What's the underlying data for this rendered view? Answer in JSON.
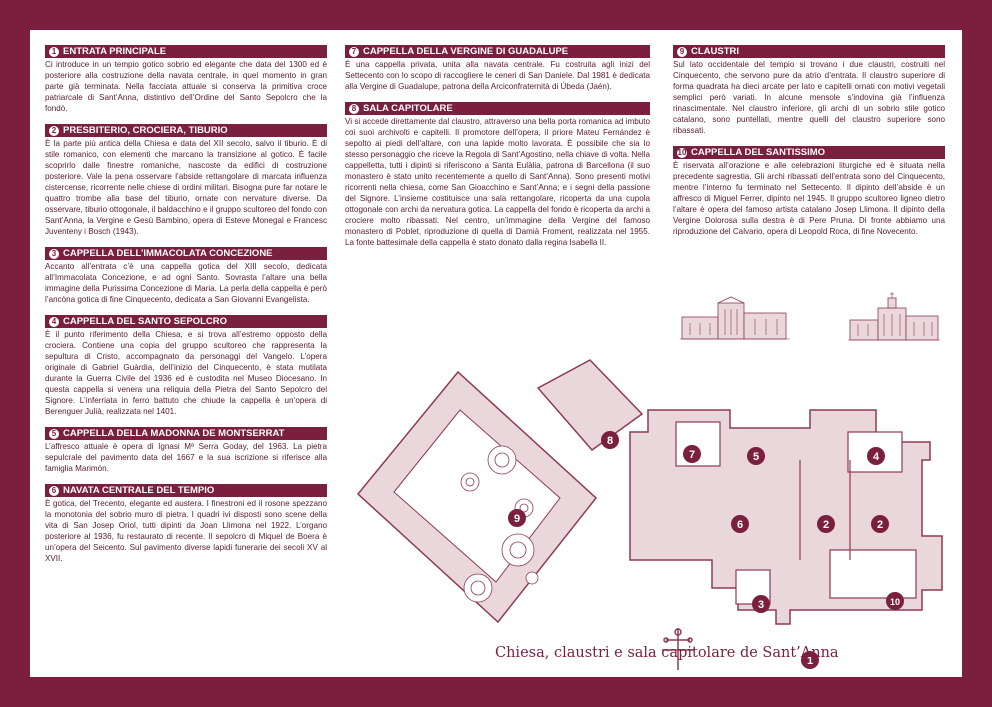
{
  "colors": {
    "brand": "#7a1f3d",
    "plan": "#8e3a55",
    "plan_fill": "#ead7dc",
    "background": "#ffffff"
  },
  "sections": [
    {
      "num": "1",
      "title": "ENTRATA PRINCIPALE",
      "text": "Ci introduce in un tempio gotico sobrio ed elegante che data del 1300 ed è posteriore alla costruzione della navata centrale, in quel momento in gran parte già terminata. Nella facciata attuale si conserva la primitiva croce patriarcale di Sant’Anna, distintivo dell’Ordine del Santo Sepolcro che la fondò."
    },
    {
      "num": "2",
      "title": "PRESBITERIO, CROCIERA, TIBURIO",
      "text": "È la parte più antica della Chiesa e data del XII secolo, salvo il tiburio. È di stile romanico, con elementi che marcano la transizione al gotico. È facile scoprirlo dalle finestre romaniche, nascoste da edifici di costruzione posteriore. Vale la pena osservare l’abside rettangolare di marcata influenza cistercense, ricorrente nelle chiese di ordini militari. Bisogna pure far notare le quattro trombe alla base del tiburio, ornate con nervature diverse. Da osservare, tiburio ottogonale, il baldacchino e il gruppo scultoreo del fondo con Sant’Anna, la Vergine e Gesù Bambino, opera di Esteve Monegal e Francesc Juventeny i Bosch (1943)."
    },
    {
      "num": "3",
      "title": "CAPPELLA DELL’IMMACOLATA CONCEZIONE",
      "text": "Accanto all’entrata c’è una cappella gotica del XIII secolo, dedicata all’Immacolata Concezione, e ad ogni Santo. Sovrasta l’altare una bella immagine della Purissima Concezione di Maria. La perla della cappella è però l’ancòna gotica di fine Cinquecento, dedicata a San Giovanni Evangelista."
    },
    {
      "num": "4",
      "title": "CAPPELLA DEL SANTO SEPOLCRO",
      "text": "È il punto riferimento della Chiesa, e si trova all’estremo opposto della crociera. Contiene una copia del gruppo scultoreo che rappresenta la sepultura di Cristo, accompagnato da personaggi del Vangelo. L’opera originale di Gabriel Guàrdia, dell’inizio del Cinquecento, è stata mutilata durante la Guerra Civile del 1936 ed è custodita nel Museo Diocesano. In questa cappella si venera una reliquia della Pietra del Santo Sepolcro del Signore. L’inferriata in ferro battuto che chiude la cappella è un’opera di Berenguer Julià, realizzata nel 1401."
    },
    {
      "num": "5",
      "title": "CAPPELLA DELLA MADONNA DE MONTSERRAT",
      "text": "L’affresco attuale è opera di Ignasi Mª Serra Goday, del 1963. La pietra sepulcrale del pavimento data del 1667 e la sua iscrizione si riferisce alla famiglia Marimón."
    },
    {
      "num": "6",
      "title": "NAVATA CENTRALE DEL TEMPIO",
      "text": "È gotica, del Trecento, elegante ed austera. I finestroni ed il rosone spezzano la monotonia del sobrio muro di pietra. I quadri ivi disposti sono scene della vita di San Josep Oriol, tutti dipinti da Joan Llimona nel 1922. L’organo posteriore al 1936, fu restaurato di recente. Il sepolcro di Miquel de Boera è un’opera del Seicento. Sul pavimento diverse lapidi funerarie dei secoli XV al XVII."
    },
    {
      "num": "7",
      "title": "CAPPELLA DELLA VERGINE DI GUADALUPE",
      "text": "È una cappella privata, unita alla navata centrale. Fu costruita agli inizi del Settecento con lo scopo di raccogliere le ceneri di San Daniele. Dal 1981 è dedicata alla Vergine di Guadalupe, patrona della Arciconfraternità di Úbeda (Jaén)."
    },
    {
      "num": "8",
      "title": "SALA CAPITOLARE",
      "text": "Vi si accede direttamente dal claustro, attraverso una bella porta romanica ad imbuto coi suoi archivolti e capitelli. Il promotore dell’opera, il priore Mateu Fernández è sepolto ai piedi dell’altare, con una lapide molto lavorata. È possibile che sia lo stesso personaggio che riceve la Regola di Sant’Agostino, nella chiave di volta. Nella cappelletta, tutti i dipinti si riferiscono a Santa Eulàlia, patrona di Barcellona (il suo monastero è stato unito recentemente a quello di Sant’Anna). Sono presenti motivi ricorrenti nella chiesa, come San Gioacchino e Sant’Anna; e i segni della passione del Signore. L’insieme costituisce una sala rettangolare, ricoperta da una cupola ottogonale con archi da nervatura gotica. La cappella del fondo è ricoperta da archi a crociere molto ribassati. Nel centro, un’immagine della Vergine del famoso monastero di Poblet, riproduzione di quella di Damià Froment, realizzata nel 1955. La fonte battesimale della cappella è stato donato dalla regina Isabella II."
    },
    {
      "num": "9",
      "title": "CLAUSTRI",
      "text": "Sul lato occidentale del tempio si trovano i due claustri, costruiti nel Cinquecento, che servono pure da atrio d’entrata. Il claustro superiore di forma quadrata ha dieci arcate per lato e capitelli ornati con motivi vegetali semplici però variati. In alcune mensole s’indovina già l’influenza rinascimentale. Nel claustro inferiore, gli archi di un sobrio stile gotico catalano, sono puntellati, mentre quelli del claustro superiore sono ribassati."
    },
    {
      "num": "10",
      "title": "CAPPELLA DEL SANTISSIMO",
      "text": "È riservata all’orazione e alle celebrazioni liturgiche ed è situata nella precedente sagrestia. Gli archi ribassati dell’entrata sono del Cinquecento, mentre l’interno fu terminato nel Settecento. Il dipinto dell’abside è un affresco di Miguel Ferrer, dipinto nel 1945. Il gruppo scultoreo ligneo dietro l’altare è opera del famoso artista catalano Josep Llimona. Il dipinto della Vergine Dolorosa sulla destra è di Pere Pruna. Di fronte abbiamo una riproduzione del Calvario, opera di Leopold Roca, di fine Novecento."
    }
  ],
  "plan": {
    "caption": "Chiesa, claustri e sala capitolare de Sant’Anna",
    "markers": [
      "1",
      "2",
      "2",
      "3",
      "4",
      "5",
      "6",
      "7",
      "8",
      "9",
      "10"
    ]
  }
}
